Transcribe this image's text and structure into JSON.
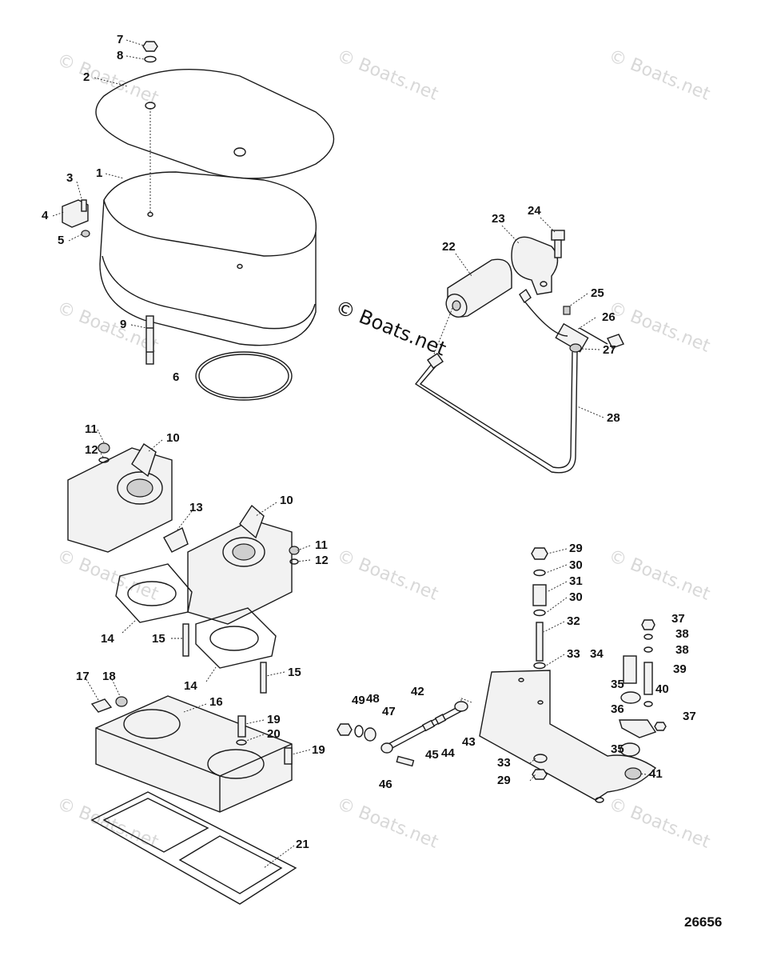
{
  "watermark": {
    "text": "© Boats.net",
    "center_text": "© Boats.net"
  },
  "figure_number": "26656",
  "callouts": [
    "1",
    "2",
    "3",
    "4",
    "5",
    "6",
    "7",
    "8",
    "9",
    "10",
    "10",
    "11",
    "11",
    "12",
    "12",
    "13",
    "14",
    "14",
    "15",
    "15",
    "16",
    "17",
    "18",
    "19",
    "19",
    "20",
    "21",
    "22",
    "23",
    "24",
    "25",
    "26",
    "27",
    "28",
    "29",
    "29",
    "30",
    "30",
    "31",
    "32",
    "33",
    "33",
    "34",
    "35",
    "35",
    "36",
    "37",
    "37",
    "38",
    "38",
    "39",
    "40",
    "41",
    "42",
    "43",
    "44",
    "45",
    "46",
    "47",
    "48",
    "49"
  ]
}
